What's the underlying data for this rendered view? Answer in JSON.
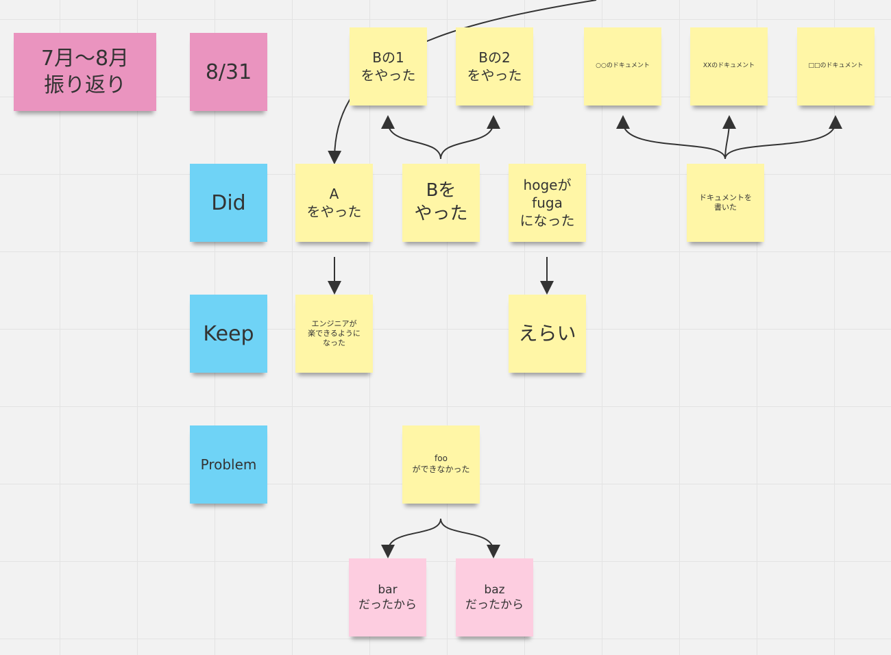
{
  "notes": {
    "title": "7月〜8月\n振り返り",
    "date": "8/31",
    "did": "Did",
    "keep": "Keep",
    "problem": "Problem",
    "b1": "Bの1\nをやった",
    "b2": "Bの2\nをやった",
    "doc1": "○○のドキュメント",
    "doc2": "XXのドキュメント",
    "doc3": "□□のドキュメント",
    "a_did": "A\nをやった",
    "b_did": "Bを\nやった",
    "hoge": "hogeが\nfuga\nになった",
    "doc_did": "ドキュメントを\n書いた",
    "engineer": "エンジニアが\n楽できるように\nなった",
    "erai": "えらい",
    "foo": "foo\nができなかった",
    "bar": "bar\nだったから",
    "baz": "baz\nだったから"
  },
  "colors": {
    "yellow": "#fff6a6",
    "pink": "#ea94bf",
    "light_pink": "#fdcde0",
    "blue": "#6fd3f6"
  }
}
